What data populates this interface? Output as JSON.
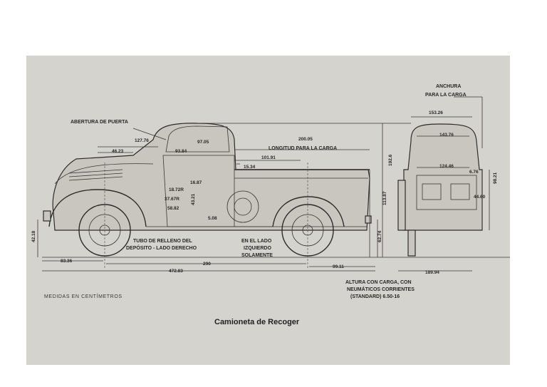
{
  "labels": {
    "door_opening": "ABERTURA DE PUERTA",
    "cargo_length": "LONGITUD PARA LA CARGA",
    "cargo_width_1": "ANCHURA",
    "cargo_width_2": "PARA LA CARGA",
    "fuel_1": "TUBO DE RELLENO DEL",
    "fuel_2": "DEPÓSITO - LADO DERECHO",
    "left_1": "EN EL LADO",
    "left_2": "IZQUIERDO",
    "left_3": "SOLAMENTE",
    "height_1": "ALTURA CON CARGA, CON",
    "height_2": "NEUMÁTICOS CORRIENTES",
    "height_3": "(STANDARD) 6.50-16",
    "units": "MEDIDAS EN CENTÍMETROS",
    "caption": "Camioneta de Recoger"
  },
  "dims": {
    "d127": "127.76",
    "d46": "46.23",
    "d93": "93.84",
    "d97": "97.05",
    "d200": "200.05",
    "d101": "101.91",
    "d15": "15.34",
    "d192": "192.6",
    "d113": "113.87",
    "d42": "42.18",
    "d62": "62.74",
    "d83": "83.36",
    "d290": "290",
    "d472": "472.83",
    "d99": "99.11",
    "d153": "153.26",
    "d143": "143.76",
    "d124": "124.46",
    "d6": "6.76",
    "d98": "98.21",
    "d44": "44.60",
    "d189": "189.94",
    "d16": "16.87",
    "d5": "5.08",
    "d18": "18.72R",
    "d37": "37.67R",
    "d58": "58.82",
    "d43": "43.21"
  }
}
